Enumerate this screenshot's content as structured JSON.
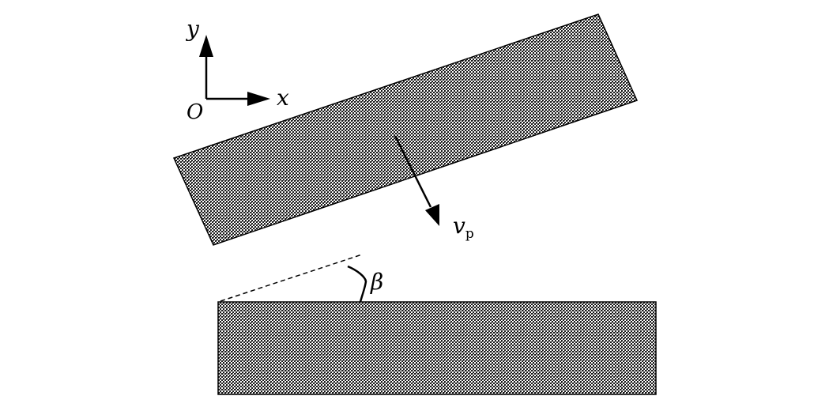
{
  "figure": {
    "axes": {
      "y_label": "y",
      "x_label": "x",
      "origin_label": "O"
    },
    "velocity": {
      "symbol": "v",
      "subscript": "p"
    },
    "angle": {
      "symbol": "β"
    },
    "colors": {
      "stroke": "#000000",
      "background": "#ffffff",
      "hatch_dark": "#1a1a1a"
    }
  }
}
